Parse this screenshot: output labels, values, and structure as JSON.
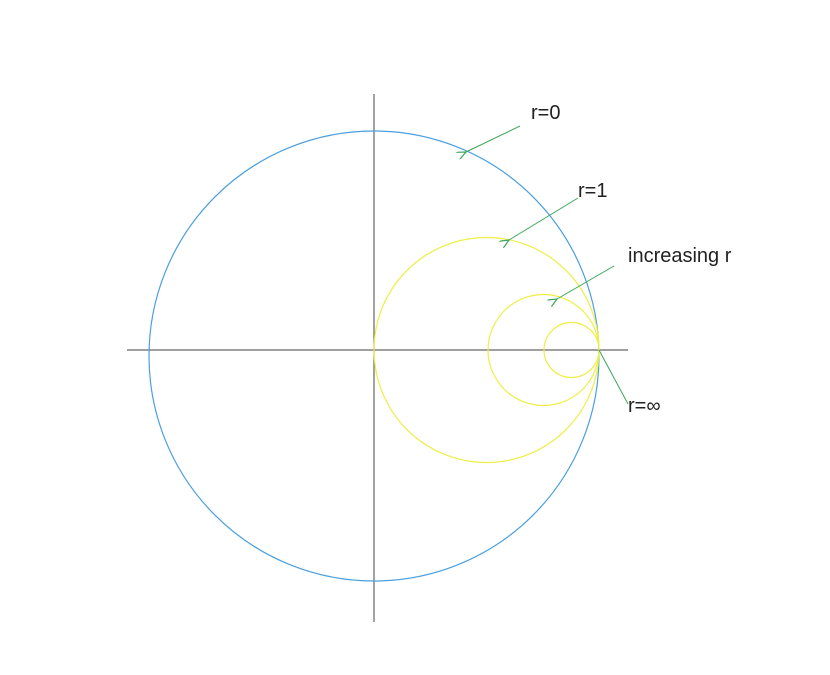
{
  "labels": {
    "r0": "r=0",
    "r1": "r=1",
    "increasing": "increasing r",
    "rinf": "r=∞"
  },
  "colors": {
    "unit_circle": "#4a9fe0",
    "resistance_circles": "#eeee44",
    "axes": "#666666",
    "pointers": "#3aa65a",
    "text": "#222222"
  }
}
